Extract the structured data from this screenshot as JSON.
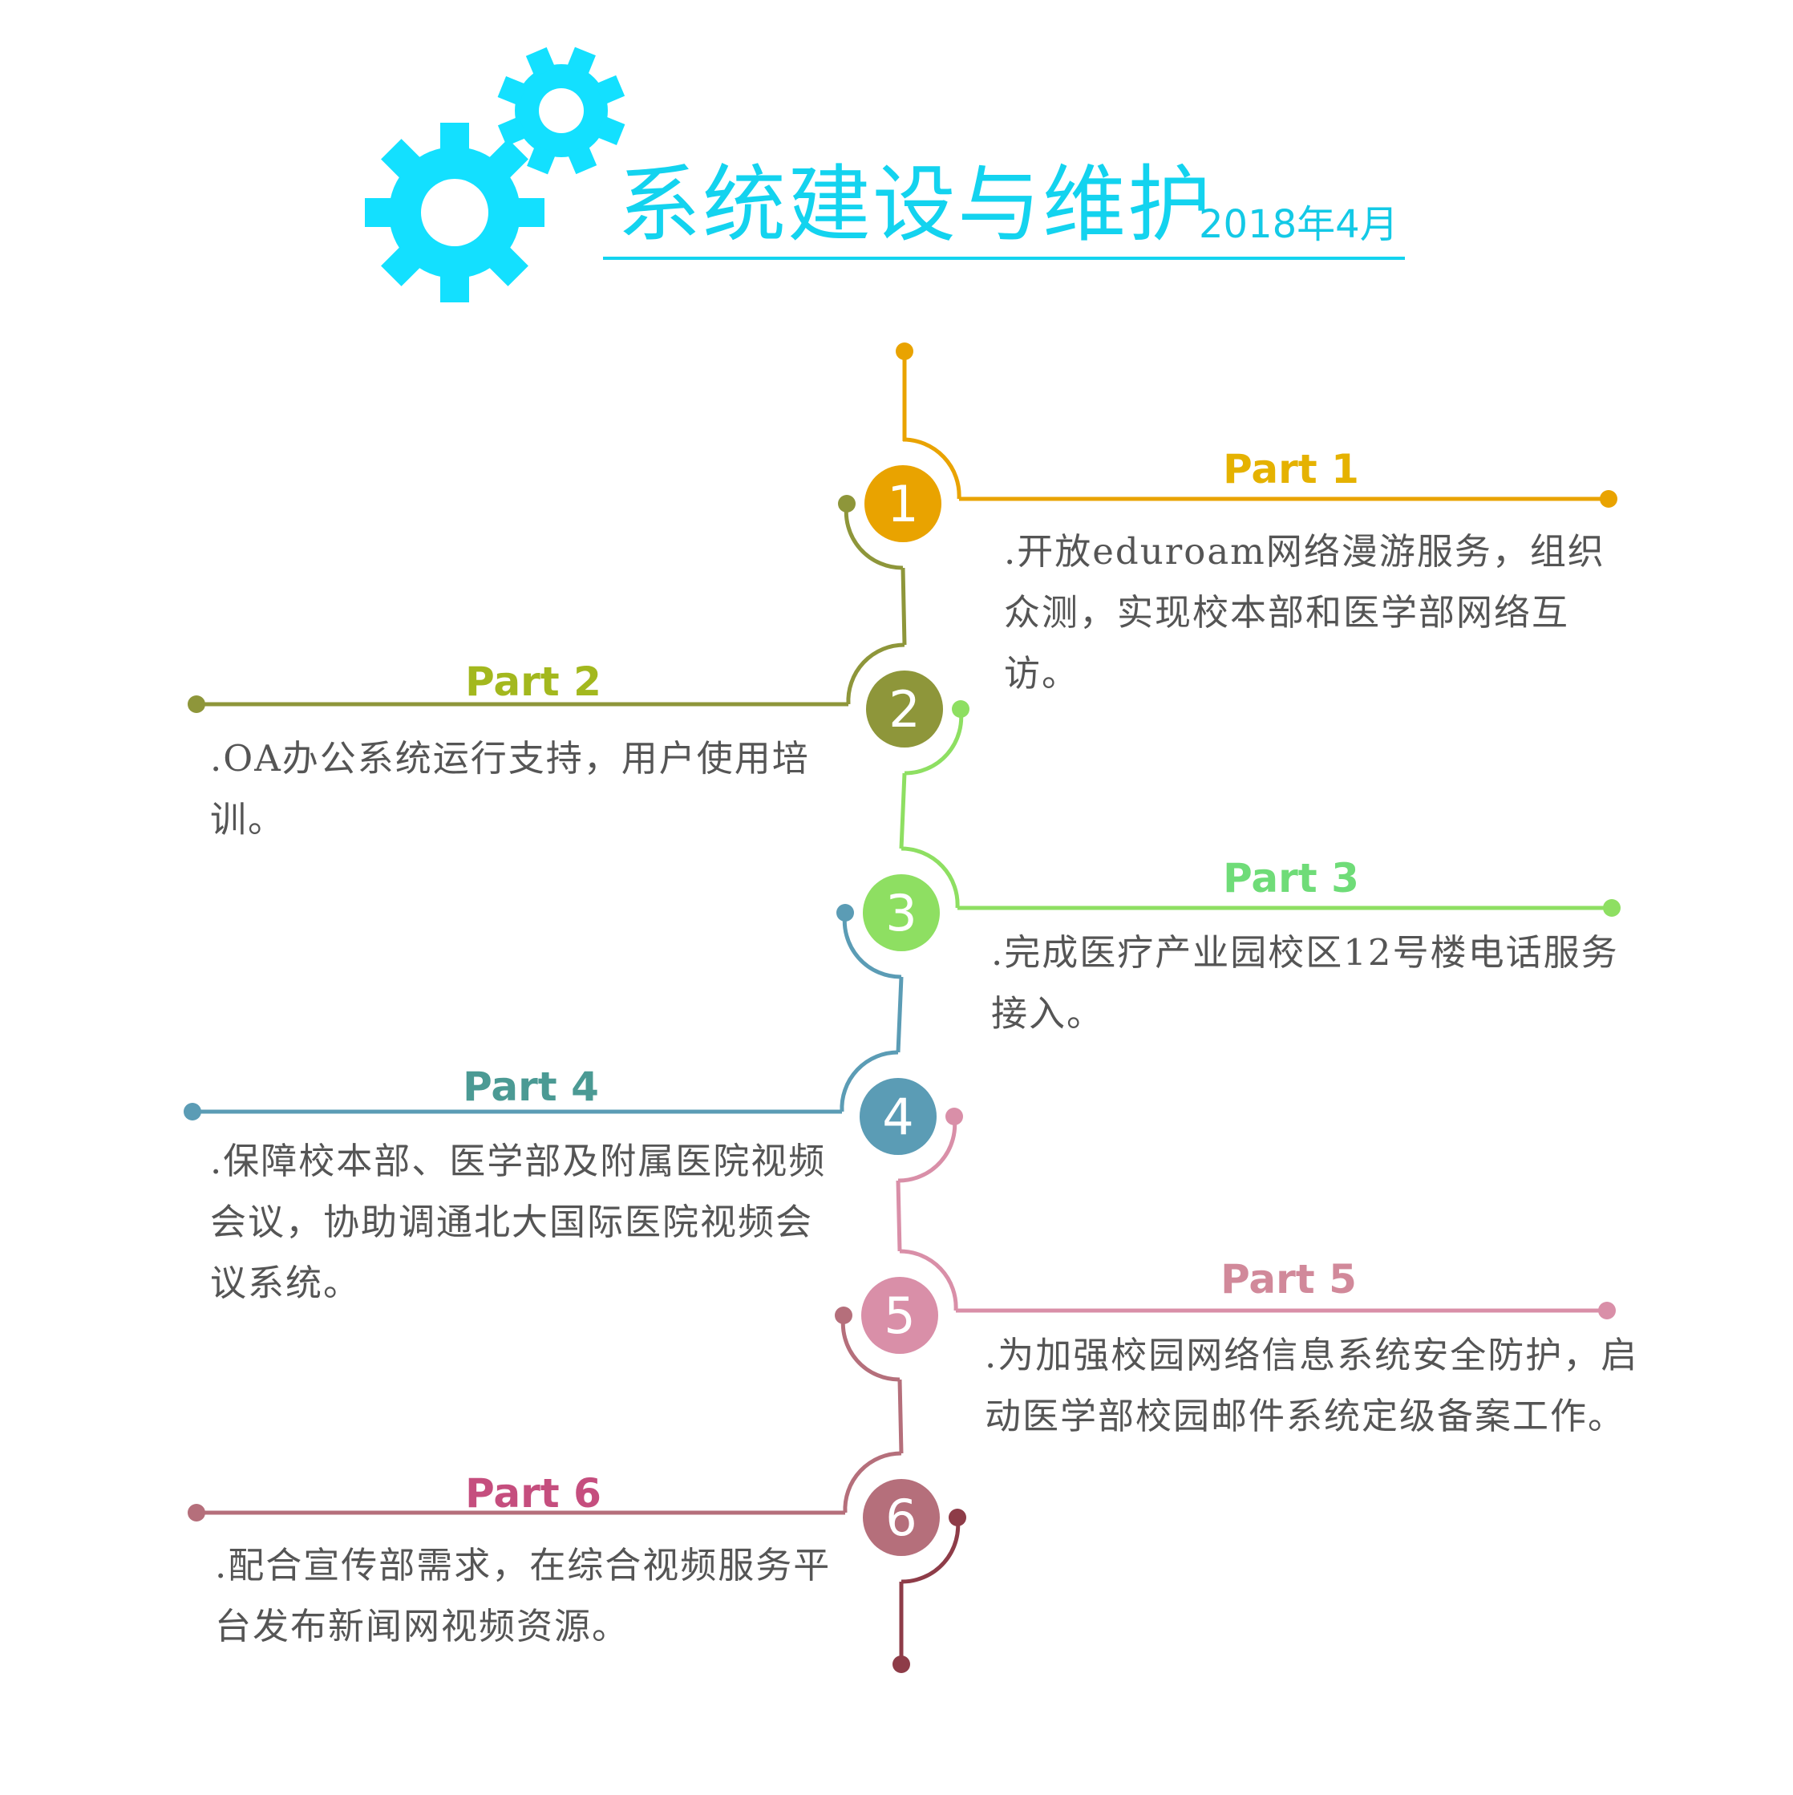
{
  "header": {
    "title": "系统建设与维护",
    "date": "2018年4月",
    "gear_icon_color": "#13e0ff",
    "title_color": "#13d3ef"
  },
  "steps": [
    {
      "number": "1",
      "label": "Part 1",
      "color": "#e9a300",
      "label_color": "#e5b200",
      "text": ".开放eduroam网络漫游服务，组织众测，实现校本部和医学部网络互访。"
    },
    {
      "number": "2",
      "label": "Part 2",
      "color": "#8e963a",
      "label_color": "#a3b81e",
      "text": ".OA办公系统运行支持，用户使用培训。"
    },
    {
      "number": "3",
      "label": "Part 3",
      "color": "#8edf62",
      "label_color": "#6fdc78",
      "text": ".完成医疗产业园校区12号楼电话服务接入。"
    },
    {
      "number": "4",
      "label": "Part 4",
      "color": "#5b9cb5",
      "label_color": "#4b9a94",
      "text": ".保障校本部、医学部及附属医院视频会议，协助调通北大国际医院视频会议系统。"
    },
    {
      "number": "5",
      "label": "Part 5",
      "color": "#d98fa8",
      "label_color": "#d1899a",
      "text": ".为加强校园网络信息系统安全防护，启动医学部校园邮件系统定级备案工作。"
    },
    {
      "number": "6",
      "label": "Part 6",
      "color": "#b56f7b",
      "label_color": "#c54e7e",
      "text": ".配合宣传部需求，在综合视频服务平台发布新闻网视频资源。"
    }
  ],
  "accent_colors": {
    "connector_1_2": "#8e963a",
    "connector_2_3": "#8edf62",
    "connector_3_4": "#5b9cb5",
    "connector_4_5": "#d98fa8",
    "connector_5_6": "#b56f7b",
    "tail": "#8e3c48"
  }
}
